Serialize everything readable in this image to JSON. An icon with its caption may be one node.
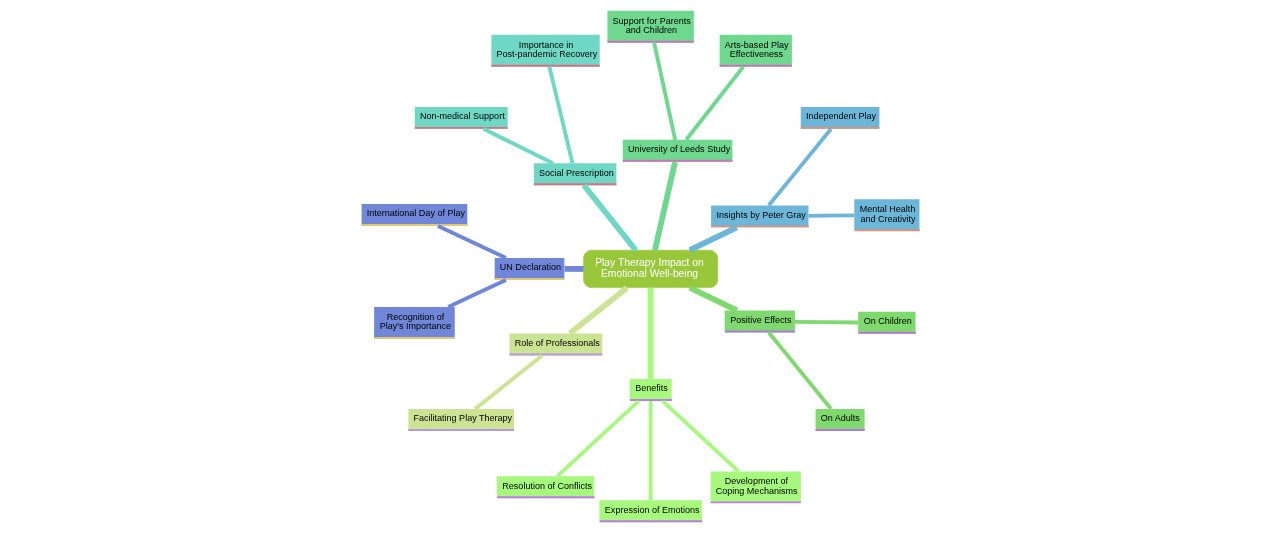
{
  "diagram": {
    "nodes": [
      {
        "text": [
          "Play Therapy Impact on Emotional Well-being"
        ]
      },
      {
        "text": [
          "Insights by Peter Gray"
        ]
      },
      {
        "text": [
          "Mental Health and Creativity"
        ]
      },
      {
        "text": [
          "Independent Play"
        ]
      },
      {
        "text": [
          "University of Leeds Study"
        ]
      },
      {
        "text": [
          "Arts-based Play Effectiveness"
        ]
      },
      {
        "text": [
          "Support for Parents and Children"
        ]
      },
      {
        "text": [
          "Social Prescription"
        ]
      },
      {
        "text": [
          "Importance in Post-pandemic Recovery"
        ]
      },
      {
        "text": [
          "Non-medical Support"
        ]
      },
      {
        "text": [
          "UN Declaration"
        ]
      },
      {
        "text": [
          "International Day of Play"
        ]
      },
      {
        "text": [
          "Recognition of Play's Importance"
        ]
      },
      {
        "text": [
          "Role of Professionals"
        ]
      },
      {
        "text": [
          "Facilitating Play Therapy"
        ]
      },
      {
        "text": [
          "Benefits"
        ]
      },
      {
        "text": [
          "Resolution of Conflicts"
        ]
      },
      {
        "text": [
          "Expression of Emotions"
        ]
      },
      {
        "text": [
          "Development of Coping Mechanisms"
        ]
      },
      {
        "text": [
          "Positive Effects"
        ]
      },
      {
        "text": [
          "On Adults"
        ]
      },
      {
        "text": [
          "On Children"
        ]
      }
    ],
    "edges": [
      {
        "from": 0,
        "to": 1,
        "arrow": "none",
        "color": "#6cb6d9"
      },
      {
        "from": 1,
        "to": 2,
        "arrow": "none",
        "color": "#6cb6d9"
      },
      {
        "from": 1,
        "to": 3,
        "arrow": "none",
        "color": "#6cb6d9"
      },
      {
        "from": 0,
        "to": 4,
        "arrow": "none",
        "color": "#6dd88e"
      },
      {
        "from": 4,
        "to": 5,
        "arrow": "none",
        "color": "#6dd88e"
      },
      {
        "from": 4,
        "to": 6,
        "arrow": "none",
        "color": "#6dd88e"
      },
      {
        "from": 0,
        "to": 7,
        "arrow": "none",
        "color": "#6ed8c5"
      },
      {
        "from": 7,
        "to": 8,
        "arrow": "none",
        "color": "#6ed8c5"
      },
      {
        "from": 7,
        "to": 9,
        "arrow": "none",
        "color": "#6ed8c5"
      },
      {
        "from": 0,
        "to": 10,
        "arrow": "none",
        "color": "#6f86d9"
      },
      {
        "from": 10,
        "to": 11,
        "arrow": "none",
        "color": "#6f86d9"
      },
      {
        "from": 10,
        "to": 12,
        "arrow": "none",
        "color": "#6f86d9"
      },
      {
        "from": 0,
        "to": 13,
        "arrow": "none",
        "color": "#cde394"
      },
      {
        "from": 13,
        "to": 14,
        "arrow": "none",
        "color": "#cde394"
      },
      {
        "from": 0,
        "to": 15,
        "arrow": "none",
        "color": "#a6f97c"
      },
      {
        "from": 15,
        "to": 16,
        "arrow": "none",
        "color": "#a6f97c"
      },
      {
        "from": 15,
        "to": 17,
        "arrow": "none",
        "color": "#a6f97c"
      },
      {
        "from": 15,
        "to": 18,
        "arrow": "none",
        "color": "#a6f97c"
      },
      {
        "from": 0,
        "to": 19,
        "arrow": "none",
        "color": "#7fd96e"
      },
      {
        "from": 19,
        "to": 20,
        "arrow": "none",
        "color": "#7fd96e"
      },
      {
        "from": 19,
        "to": 21,
        "arrow": "none",
        "color": "#7fd96e"
      }
    ]
  }
}
